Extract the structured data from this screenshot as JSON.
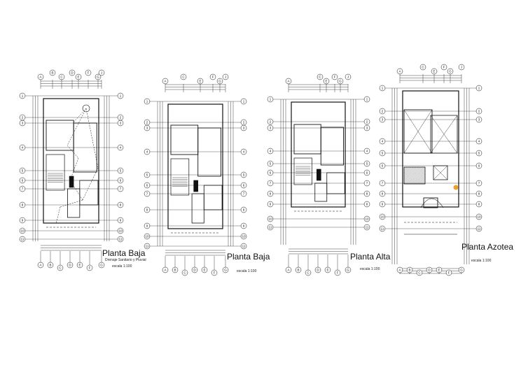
{
  "sheets": [
    {
      "id": "planta-baja-drenaje",
      "title": "Planta Baja",
      "subtitle": "Drenaje Sanitario y Pluvial",
      "scale": "escala 1:100",
      "top_axes": [
        "A",
        "B",
        "C",
        "D",
        "E",
        "F",
        "G",
        "J"
      ],
      "bottom_axes": [
        "A",
        "B",
        "C",
        "D",
        "E",
        "F",
        "G"
      ],
      "left_axes": [
        "1",
        "2",
        "3",
        "4",
        "5",
        "6",
        "7",
        "8",
        "9",
        "10",
        "11"
      ],
      "right_axes": [
        "1",
        "2",
        "3",
        "4",
        "5",
        "6",
        "7",
        "8",
        "9",
        "10",
        "11"
      ]
    },
    {
      "id": "planta-baja",
      "title": "Planta Baja",
      "subtitle": "",
      "scale": "escala 1:100",
      "top_axes": [
        "A",
        "C",
        "E",
        "F",
        "G",
        "J"
      ],
      "bottom_axes": [
        "A",
        "B",
        "C",
        "D",
        "E",
        "F",
        "G"
      ],
      "left_axes": [
        "1",
        "2",
        "3",
        "4",
        "5",
        "6",
        "7",
        "8",
        "9",
        "10",
        "11"
      ],
      "right_axes": [
        "1",
        "2",
        "3",
        "4",
        "5",
        "6",
        "7",
        "8",
        "9",
        "10",
        "11"
      ]
    },
    {
      "id": "planta-alta",
      "title": "Planta Alta",
      "subtitle": "",
      "scale": "escala 1:100",
      "top_axes": [
        "A",
        "C",
        "E",
        "F",
        "G",
        "J"
      ],
      "bottom_axes": [
        "A",
        "B",
        "C",
        "D",
        "E",
        "F",
        "G"
      ],
      "left_axes": [
        "1",
        "2",
        "3",
        "4",
        "5",
        "6",
        "7",
        "8",
        "9",
        "10",
        "11"
      ],
      "right_axes": [
        "1",
        "2",
        "3",
        "4",
        "5",
        "6",
        "7",
        "8",
        "9",
        "10",
        "11"
      ]
    },
    {
      "id": "planta-azotea",
      "title": "Planta Azotea",
      "subtitle": "",
      "scale": "escala 1:100",
      "top_axes": [
        "A",
        "C",
        "E",
        "F",
        "G",
        "J"
      ],
      "bottom_axes": [
        "A",
        "B",
        "C",
        "D",
        "E",
        "F",
        "G"
      ],
      "left_axes": [
        "1",
        "2",
        "3",
        "4",
        "5",
        "6",
        "7",
        "8",
        "9",
        "10",
        "11"
      ],
      "right_axes": [
        "1",
        "2",
        "3",
        "4",
        "5",
        "6",
        "7",
        "8",
        "9",
        "10",
        "11"
      ]
    }
  ],
  "colors": {
    "ink": "#111111",
    "accent": "#f0a030"
  }
}
